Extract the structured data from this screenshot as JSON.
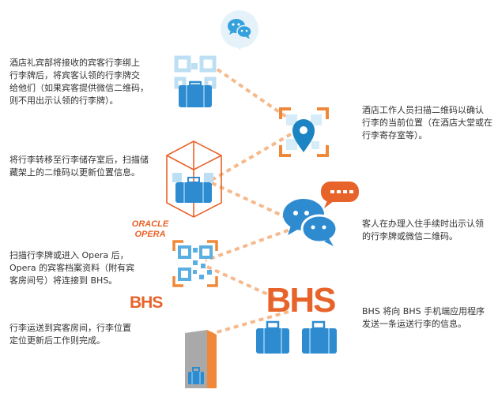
{
  "steps": {
    "left_1": "酒店礼宾部将接收的宾客行李绑上\n行李牌后，将宾客认领的行李牌交\n给他们（如果宾客提供微信二维码，\n则不用出示认领的行李牌）。",
    "left_2": "将行李转移至行李储存室后，扫描储\n藏架上的二维码以更新位置信息。",
    "left_3": "扫描行李牌或进入 Opera 后，\nOpera 的宾客档案资料（附有宾\n客房间号）将连接到 BHS。",
    "left_4": "行李运送到宾客房间，行李位置\n定位更新后工作则完成。",
    "right_1": "酒店工作人员扫描二维码以确认\n行李的当前位置（在酒店大堂或在\n行李寄存室等）。",
    "right_2": "客人在办理入住手续时出示认领\n的行李牌或微信二维码。",
    "right_3": "BHS 将向 BHS 手机端应用程序\n发送一条运送行李的信息。"
  },
  "logos": {
    "oracle_line1": "ORACLE",
    "oracle_line2": "OPERA",
    "bhs_small": "BHS",
    "bhs_large": "BHS"
  },
  "icons": {
    "wechat": "wechat-icon",
    "qr": "qr-code-icon",
    "luggage": "luggage-icon",
    "location": "location-pin-icon",
    "storage_cube": "storage-cube-icon",
    "chat": "chat-bubbles-icon",
    "door": "door-icon"
  },
  "colors": {
    "blue": "#2f8bd0",
    "light_blue": "#bcdff3",
    "orange": "#f0883a",
    "orange_dark": "#e8632a",
    "gray": "#9a9a9a"
  }
}
